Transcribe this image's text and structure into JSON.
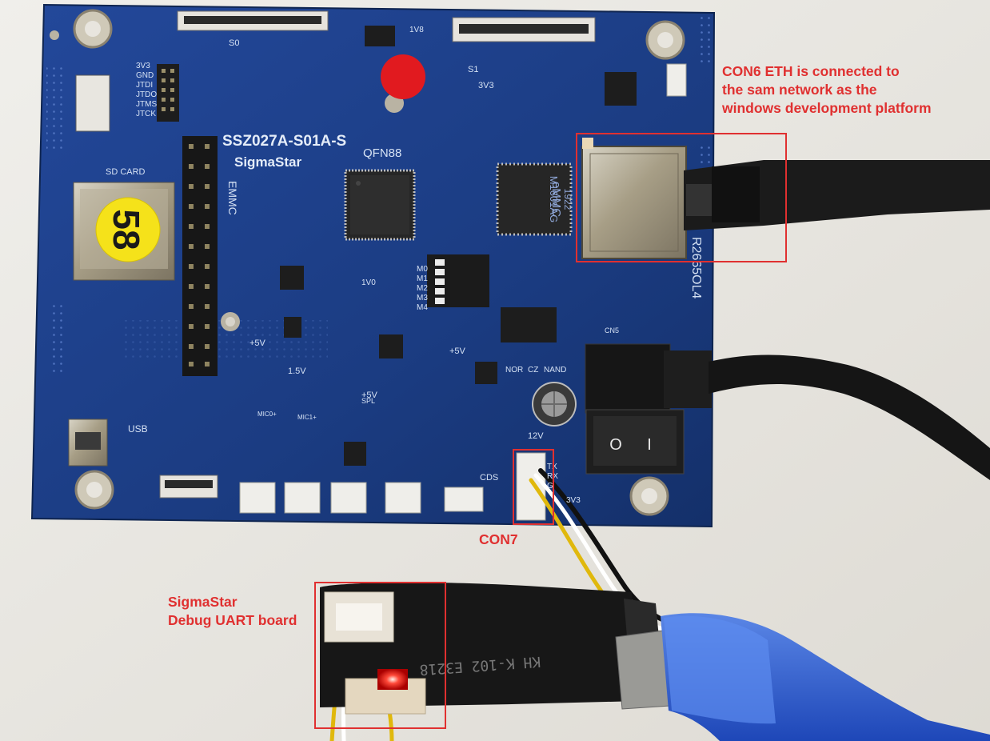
{
  "callouts": {
    "eth": {
      "line1": "CON6 ETH is connected to",
      "line2": "the sam network as the",
      "line3": "windows development platform"
    },
    "con7": {
      "label": "CON7"
    },
    "uart": {
      "line1": "SigmaStar",
      "line2": "Debug UART board"
    }
  },
  "board": {
    "model": "SSZ027A-S01A-S",
    "brand": "SigmaStar",
    "soc_package": "QFN88",
    "emmc_label": "EMMC",
    "sd_label": "SD CARD",
    "usb_label": "USB",
    "sticker_number": "58",
    "side_code": "R2665OL4",
    "emmc_chip_line1": "eMMC",
    "emmc_chip_line2": "M1601AG",
    "emmc_chip_line3": "1922",
    "connectors": {
      "s0": "S0",
      "s1": "S1",
      "cds": "CDS",
      "cn5": "CN5",
      "con7_pins": [
        "TX",
        "RX",
        "G"
      ]
    },
    "jtag_pins": [
      "3V3",
      "GND",
      "JTDI",
      "JTDO",
      "JTMS",
      "JTCK"
    ],
    "boot_modes": [
      "M0",
      "M1",
      "M2",
      "M3",
      "M4"
    ],
    "boot_header": [
      "NOR",
      "CZ",
      "NAND"
    ],
    "rails": {
      "v33": "3V3",
      "v5a": "+5V",
      "v5b": "+5V",
      "v5c": "+5V",
      "v15": "1.5V",
      "v12": "12V",
      "v1": "1V0",
      "v33b": "3V3",
      "v8": "1V8"
    },
    "mic_labels": [
      "MIC0+",
      "MIC1+",
      "SPL"
    ],
    "switch_labels": [
      "O",
      "I"
    ]
  },
  "uart_board": {
    "print": "KH K-102 E3218"
  },
  "colors": {
    "callout": "#e03030",
    "pcb": "#1c3d80",
    "silkscreen": "#d6e2f4",
    "background": "#e6e4df"
  }
}
